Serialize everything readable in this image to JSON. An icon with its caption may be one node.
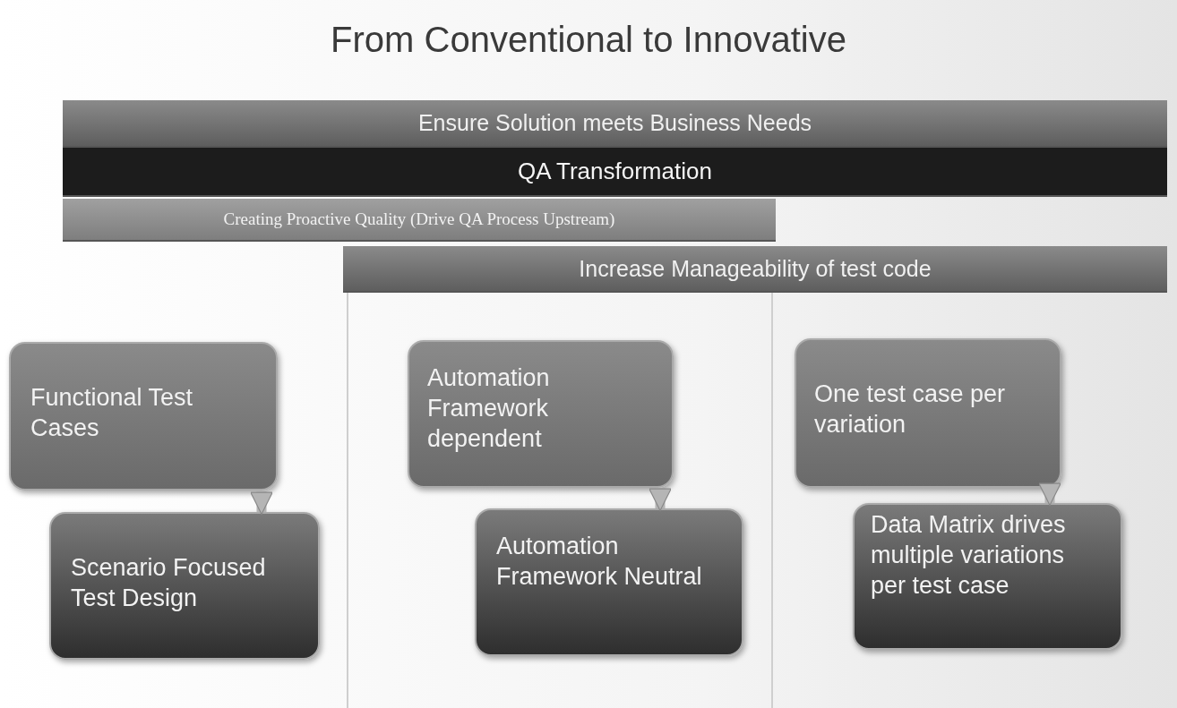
{
  "diagram": {
    "title": "From Conventional to Innovative",
    "nodes": [
      {
        "text": [
          "Ensure Solution meets Business Needs"
        ]
      },
      {
        "text": [
          "QA Transformation"
        ]
      },
      {
        "text": [
          "Creating Proactive Quality (Drive QA Process Upstream)"
        ]
      },
      {
        "text": [
          "Increase Manageability of test code"
        ]
      },
      {
        "text": [
          "Functional Test Cases"
        ]
      },
      {
        "text": [
          "Scenario Focused Test Design"
        ]
      },
      {
        "text": [
          "Automation Framework dependent"
        ]
      },
      {
        "text": [
          "Automation Framework Neutral"
        ]
      },
      {
        "text": [
          "One test case per variation"
        ]
      },
      {
        "text": [
          "Data Matrix drives multiple variations per test case"
        ]
      }
    ],
    "edges": [
      {
        "from": 4,
        "to": 5,
        "arrow": "to"
      },
      {
        "from": 6,
        "to": 7,
        "arrow": "to"
      },
      {
        "from": 8,
        "to": 9,
        "arrow": "to"
      }
    ]
  }
}
